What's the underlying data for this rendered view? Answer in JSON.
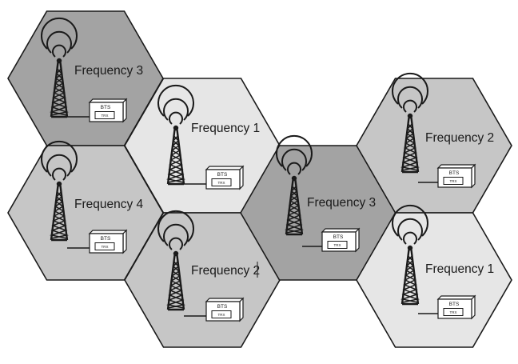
{
  "colors": {
    "dark": "#a3a3a3",
    "medium": "#c6c6c6",
    "light": "#e6e6e6",
    "outline": "#1a1a1a"
  },
  "cells": [
    {
      "id": "top-left",
      "label": "Frequency 3",
      "shade": "dark",
      "bts": "BTS",
      "trx": "TRX"
    },
    {
      "id": "upper-middle",
      "label": "Frequency 1",
      "shade": "light",
      "bts": "BTS",
      "trx": "TRX"
    },
    {
      "id": "middle-left",
      "label": "Frequency 4",
      "shade": "medium",
      "bts": "BTS",
      "trx": "TRX"
    },
    {
      "id": "lower-middle",
      "label": "Frequency 2",
      "shade": "medium",
      "bts": "BTS",
      "trx": "TRX"
    },
    {
      "id": "center",
      "label": "Frequency 3",
      "shade": "dark",
      "bts": "BTS",
      "trx": "TRX"
    },
    {
      "id": "upper-right",
      "label": "Frequency 2",
      "shade": "medium",
      "bts": "BTS",
      "trx": "TRX"
    },
    {
      "id": "lower-right",
      "label": "Frequency 1",
      "shade": "light",
      "bts": "BTS",
      "trx": "TRX"
    }
  ]
}
